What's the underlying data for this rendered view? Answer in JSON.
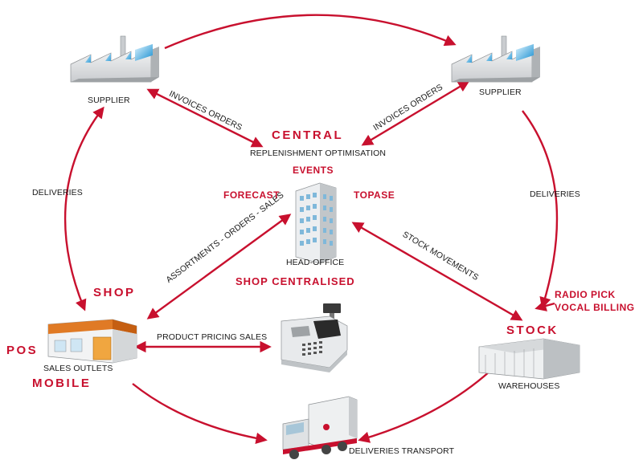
{
  "colors": {
    "accent": "#c8102e",
    "text": "#1a1a1a"
  },
  "nodes": {
    "supplier_left": "SUPPLIER",
    "supplier_right": "SUPPLIER",
    "head_office": "HEAD-OFFICE",
    "sales_outlets": "SALES OUTLETS",
    "warehouses": "WAREHOUSES",
    "deliveries_transport": "DELIVERIES TRANSPORT"
  },
  "modules": {
    "central": "CENTRAL",
    "events": "EVENTS",
    "forecast": "FORECAST",
    "topase": "TOPASE",
    "shop": "SHOP",
    "shop_centralised": "SHOP CENTRALISED",
    "pos": "POS",
    "mobile": "MOBILE",
    "stock": "STOCK",
    "radio_pick": "RADIO PICK",
    "vocal_billing": "VOCAL BILLING"
  },
  "flows": {
    "replenishment": "REPLENISHMENT OPTIMISATION",
    "invoices_left": "INVOICES ORDERS",
    "invoices_right": "INVOICES ORDERS",
    "deliveries_left": "DELIVERIES",
    "deliveries_right": "DELIVERIES",
    "assortments": "ASSORTMENTS - ORDERS - SALES",
    "stock_movements": "STOCK MOVEMENTS",
    "product_pricing": "PRODUCT PRICING SALES"
  },
  "icons": [
    "factory-icon",
    "office-building-icon",
    "shop-icon",
    "cash-register-icon",
    "warehouse-icon",
    "truck-icon"
  ]
}
